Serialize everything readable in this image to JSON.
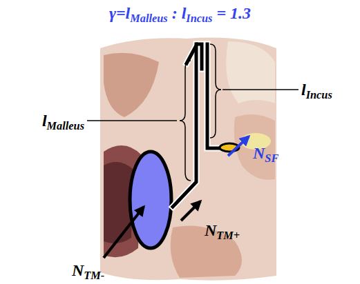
{
  "diagram": {
    "title": "γ=lMalleus : lIncus = 1.3",
    "labels": [
      "lMalleus",
      "lIncus",
      "NSF",
      "NTM+",
      "NTM-"
    ]
  }
}
